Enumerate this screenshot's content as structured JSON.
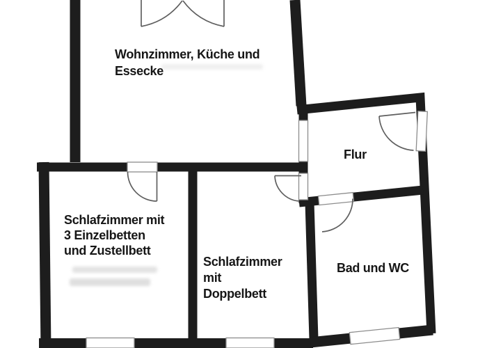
{
  "floorplan": {
    "type": "apartment-floor-plan",
    "wall_color": "#1d1d1d",
    "door_line_color": "#5f5f5f",
    "opening_border_color": "#8c8c8c",
    "background_color": "#ffffff",
    "rooms": [
      {
        "id": "wohnzimmer",
        "lines": [
          "Wohnzimmer, Küche und",
          "Essecke"
        ]
      },
      {
        "id": "flur",
        "lines": [
          "Flur"
        ]
      },
      {
        "id": "schlafzimmer-einzelbetten",
        "lines": [
          "Schlafzimmer mit",
          "3 Einzelbetten",
          "und Zustellbett"
        ]
      },
      {
        "id": "schlafzimmer-doppelbett",
        "lines": [
          "Schlafzimmer",
          "mit",
          "Doppelbett"
        ]
      },
      {
        "id": "bad-wc",
        "lines": [
          "Bad und WC"
        ]
      }
    ],
    "features": {
      "double_door_top": "balcony-double-door",
      "windows": 3,
      "single_doors": 4,
      "wall_openings": 2
    }
  }
}
